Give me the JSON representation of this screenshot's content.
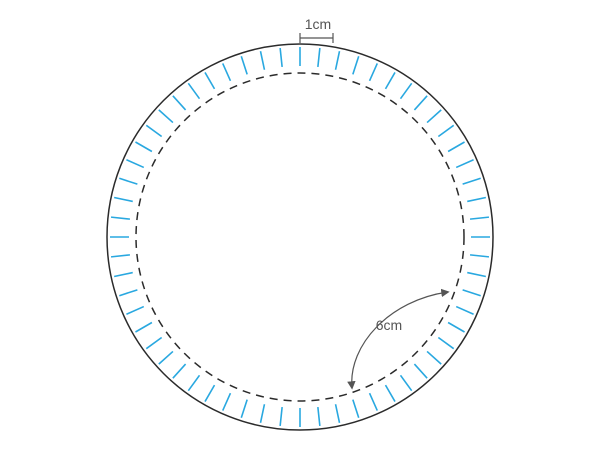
{
  "labels": {
    "segment_width": "1cm",
    "arc_distance": "6cm"
  },
  "diagram": {
    "tick_count": 60,
    "colors": {
      "outer_circle": "#2b2b2b",
      "inner_dashed_circle": "#2b2b2b",
      "ticks": "#29a8e0",
      "annotations": "#555555"
    }
  }
}
